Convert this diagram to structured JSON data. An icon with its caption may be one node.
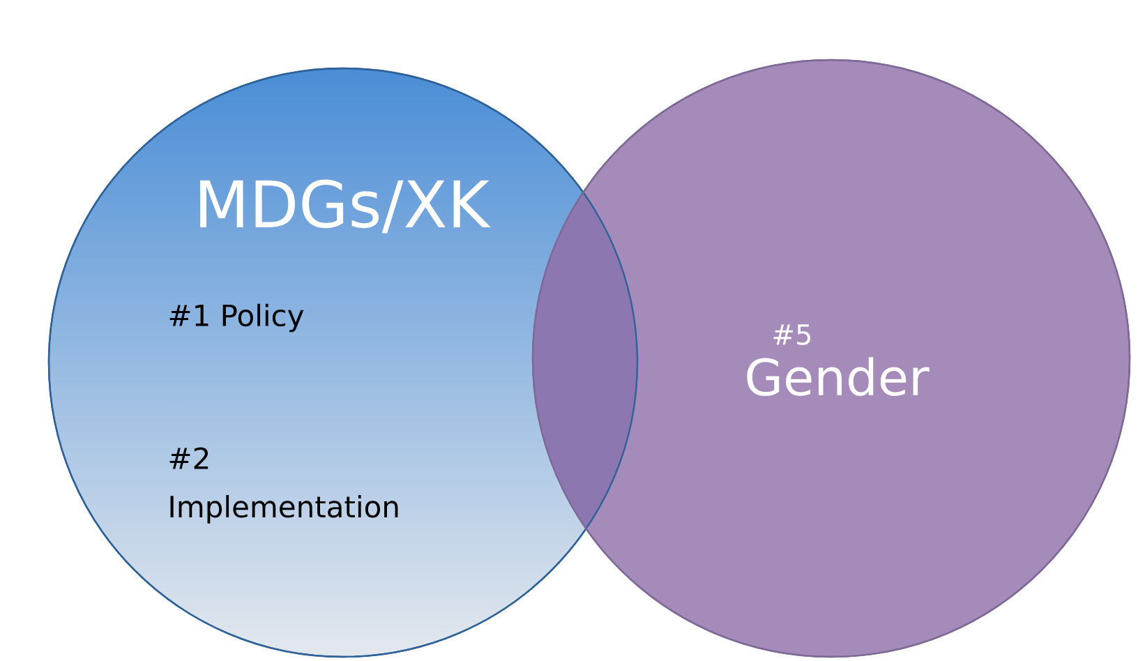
{
  "diagram": {
    "nodes": [
      {
        "text": [
          "MDGs/XK",
          "#1 Policy",
          "#2 Implementation"
        ]
      },
      {
        "text": [
          "#5",
          "Gender"
        ]
      }
    ]
  }
}
